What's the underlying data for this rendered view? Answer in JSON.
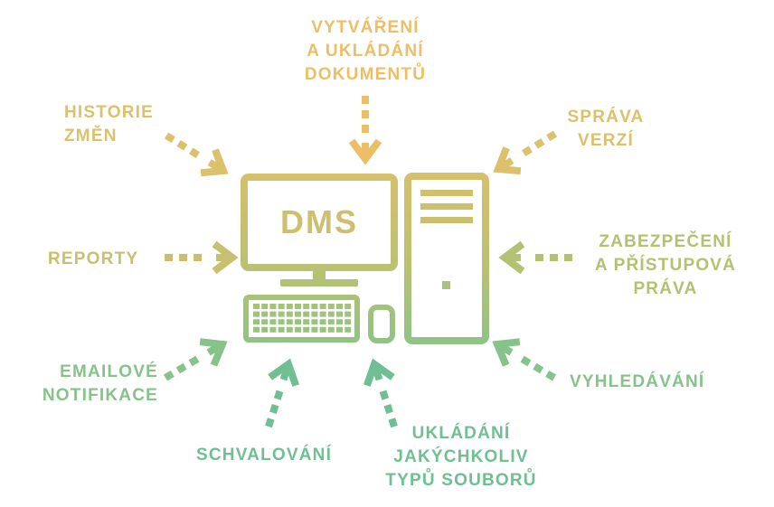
{
  "center_label": "DMS",
  "colors": {
    "orange": "#EDBE66",
    "gold": "#DCC16C",
    "olive": "#C7C071",
    "lime": "#B2C172",
    "green": "#86C28A",
    "teal": "#6FBF93"
  },
  "features": {
    "creation": [
      "VYTVÁŘENÍ",
      "A UKLÁDÁNÍ",
      "DOKUMENTŮ"
    ],
    "history": [
      "HISTORIE",
      "ZMĚN"
    ],
    "versions": [
      "SPRÁVA",
      "VERZÍ"
    ],
    "reports": [
      "REPORTY"
    ],
    "security": [
      "ZABEZPEČENÍ",
      "A PŘÍSTUPOVÁ",
      "PRÁVA"
    ],
    "email": [
      "EMAILOVÉ",
      "NOTIFIKACE"
    ],
    "search": [
      "VYHLEDÁVÁNÍ"
    ],
    "approval": [
      "SCHVALOVÁNÍ"
    ],
    "file_types": [
      "UKLÁDÁNÍ",
      "JAKÝCHKOLIV",
      "TYPŮ SOUBORŮ"
    ]
  }
}
